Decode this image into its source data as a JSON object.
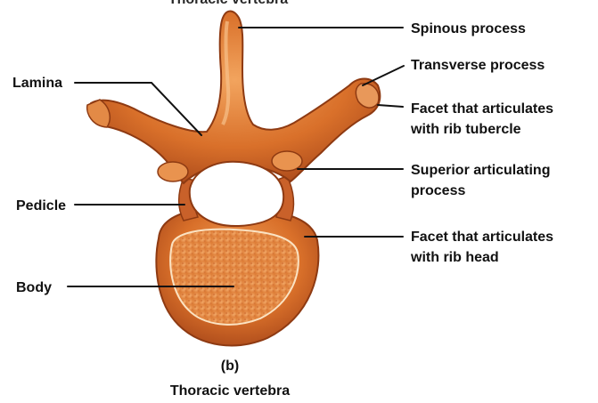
{
  "figure": {
    "title_partial": "Thoracic vertebra",
    "panel_letter": "(b)",
    "caption": "Thoracic vertebra"
  },
  "labels": {
    "spinous_process": "Spinous process",
    "transverse_process": "Transverse process",
    "facet_rib_tubercle_line1": "Facet that articulates",
    "facet_rib_tubercle_line2": "with rib tubercle",
    "superior_articulating_line1": "Superior articulating",
    "superior_articulating_line2": "process",
    "facet_rib_head_line1": "Facet that articulates",
    "facet_rib_head_line2": "with rib head",
    "lamina": "Lamina",
    "pedicle": "Pedicle",
    "body": "Body"
  },
  "colors": {
    "bone_fill": "#d9702a",
    "bone_light": "#f0a158",
    "bone_dark": "#a9481a",
    "body_spongy": "#ec9a55",
    "spongy_dot": "#c9652a",
    "leader": "#111111"
  }
}
